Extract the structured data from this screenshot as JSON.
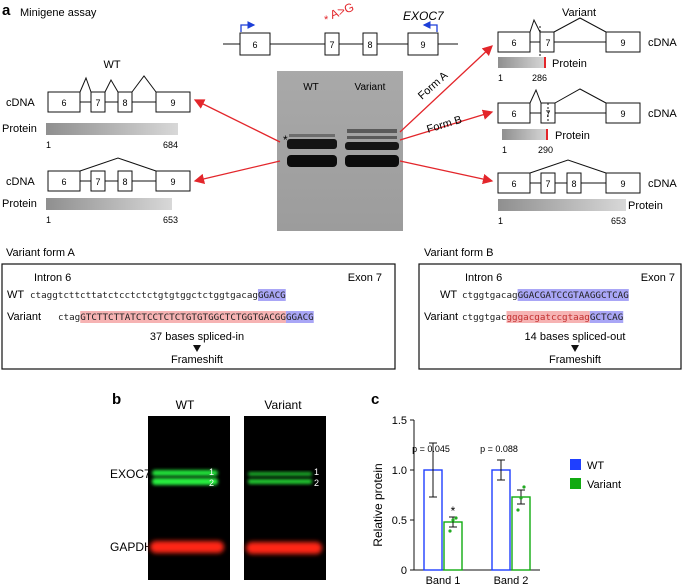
{
  "panel_a": {
    "letter": "a",
    "title": "Minigene assay",
    "gene": "EXOC7",
    "mutation": "A>G",
    "mutation_star": "*",
    "gene_exons": [
      "6",
      "7",
      "8",
      "9"
    ],
    "wt_heading": "WT",
    "variant_heading": "Variant",
    "gel_lanes": [
      "WT",
      "Variant"
    ],
    "gel_star": "*",
    "cdna_label": "cDNA",
    "protein_label": "Protein",
    "wt_isoforms": [
      {
        "exons": [
          "6",
          "7",
          "8",
          "9"
        ],
        "protein_start": "1",
        "protein_end": "684"
      },
      {
        "exons": [
          "6",
          "7",
          "8",
          "9"
        ],
        "protein_start": "1",
        "protein_end": "653"
      }
    ],
    "variant_isoforms": [
      {
        "form": "Form A",
        "exons": [
          "6",
          "7",
          "9"
        ],
        "protein_start": "1",
        "protein_end": "286"
      },
      {
        "form": "Form B",
        "exons": [
          "6",
          "7",
          "9"
        ],
        "protein_start": "1",
        "protein_end": "290"
      },
      {
        "exons": [
          "6",
          "7",
          "8",
          "9"
        ],
        "protein_start": "1",
        "protein_end": "653"
      }
    ],
    "form_a_box": {
      "title": "Variant form A",
      "intron": "Intron 6",
      "exon": "Exon 7",
      "wt_label": "WT",
      "variant_label": "Variant",
      "wt_plain": "ctaggtcttcttatctcctctctgtgtggctctggtgacag",
      "wt_exon": "GGACG",
      "var_plain": "ctag",
      "var_inserted": "GTCTTCTTATCTCCTCTCTGTGTGGCTCTGGTGACGG",
      "var_exon": "GGACG",
      "note": "37 bases spliced-in",
      "consequence": "Frameshift"
    },
    "form_b_box": {
      "title": "Variant form B",
      "intron": "Intron 6",
      "exon": "Exon 7",
      "wt_label": "WT",
      "variant_label": "Variant",
      "wt_plain": "ctggtgacag",
      "wt_exon": "GGACGATCCGTAAGGCTCAG",
      "var_plain": "ctggtgac",
      "var_removed": "gggacgatccgtaag",
      "var_exon": "GCTCAG",
      "note": "14 bases spliced-out",
      "consequence": "Frameshift"
    }
  },
  "panel_b": {
    "letter": "b",
    "lanes": [
      "WT",
      "Variant"
    ],
    "rows": [
      "EXOC7",
      "GAPDH"
    ],
    "band_numbers": [
      "1",
      "2"
    ]
  },
  "panel_c": {
    "letter": "c",
    "colors": {
      "wt": "#1f3fff",
      "variant": "#11aa11"
    },
    "pvalues": [
      "p = 0.045",
      "p = 0.088"
    ],
    "sig_marker": "*",
    "chart_data": {
      "type": "bar",
      "categories": [
        "Band 1",
        "Band 2"
      ],
      "series": [
        {
          "name": "WT",
          "values": [
            1.0,
            1.0
          ],
          "errors": [
            0.27,
            0.1
          ]
        },
        {
          "name": "Variant",
          "values": [
            0.48,
            0.73
          ],
          "errors": [
            0.05,
            0.07
          ]
        }
      ],
      "points": {
        "Variant": [
          [
            0.39,
            0.5,
            0.52
          ],
          [
            0.6,
            0.72,
            0.83
          ]
        ]
      },
      "ylabel": "Relative protein",
      "ylim": [
        0,
        1.5
      ],
      "yticks": [
        "0",
        "0.5",
        "1.0",
        "1.5"
      ],
      "legend_position": "right"
    }
  }
}
